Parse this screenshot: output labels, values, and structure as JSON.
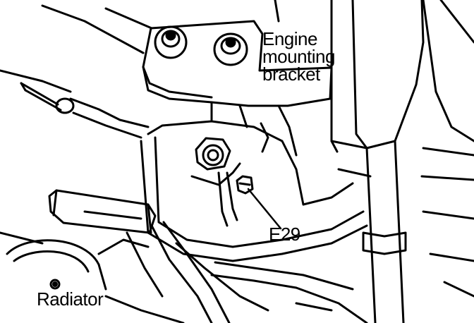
{
  "labels": {
    "bracket": [
      "Engine",
      "mounting",
      "bracket"
    ],
    "e29": "E29",
    "radiator": "Radiator"
  },
  "colors": {
    "ink": "#000000",
    "paper": "#ffffff"
  }
}
